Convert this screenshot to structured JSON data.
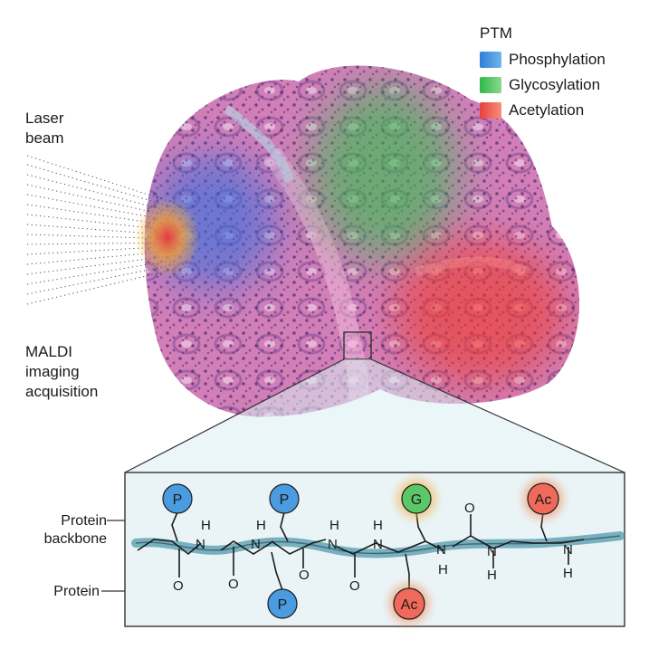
{
  "labels": {
    "laser_beam": [
      "Laser",
      "beam"
    ],
    "maldi": [
      "MALDI",
      "imaging",
      "acquisition"
    ],
    "protein_backbone": [
      "Protein",
      "backbone"
    ],
    "protein": "Protein"
  },
  "legend": {
    "title": "PTM",
    "items": [
      {
        "label": "Phosphylation",
        "color": "#3b82d6"
      },
      {
        "label": "Glycosylation",
        "color": "#3fbf5a"
      },
      {
        "label": "Acetylation",
        "color": "#e8504a"
      }
    ]
  },
  "molecule": {
    "atoms": {
      "h": "H",
      "n": "N",
      "o": "O"
    },
    "badges": {
      "phospho": "P",
      "glyco": "G",
      "acetyl": "Ac"
    },
    "colors": {
      "phospho": "#4a9be0",
      "glyco": "#5cc768",
      "acetyl": "#ef6a5a",
      "backbone": "#7fb9c4"
    }
  }
}
